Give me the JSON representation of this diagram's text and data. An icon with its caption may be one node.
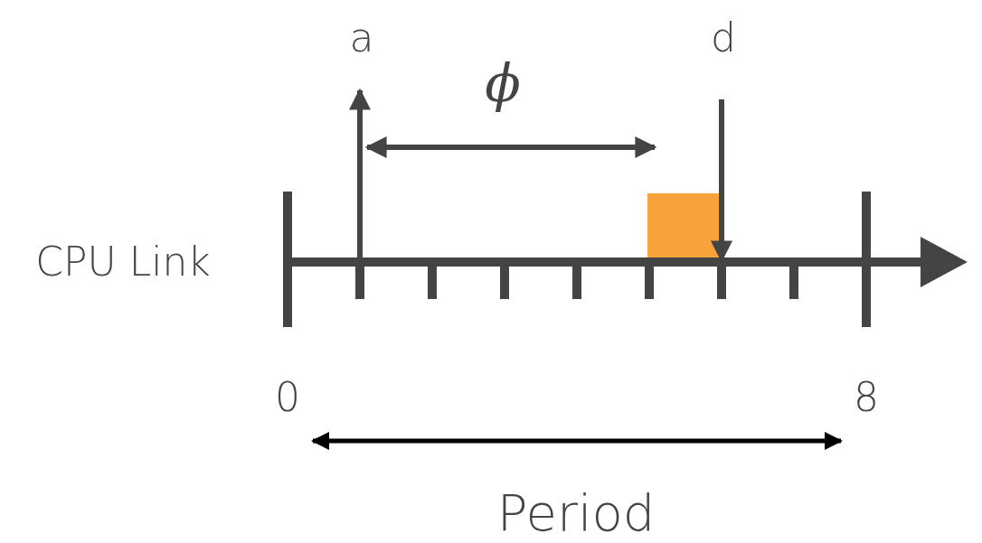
{
  "diagram": {
    "nodes": [
      {
        "text": [],
        "shape": "box"
      }
    ],
    "labels": [
      "a",
      "d",
      "ϕ",
      "CPU Link",
      "0",
      "8",
      "Period"
    ]
  }
}
